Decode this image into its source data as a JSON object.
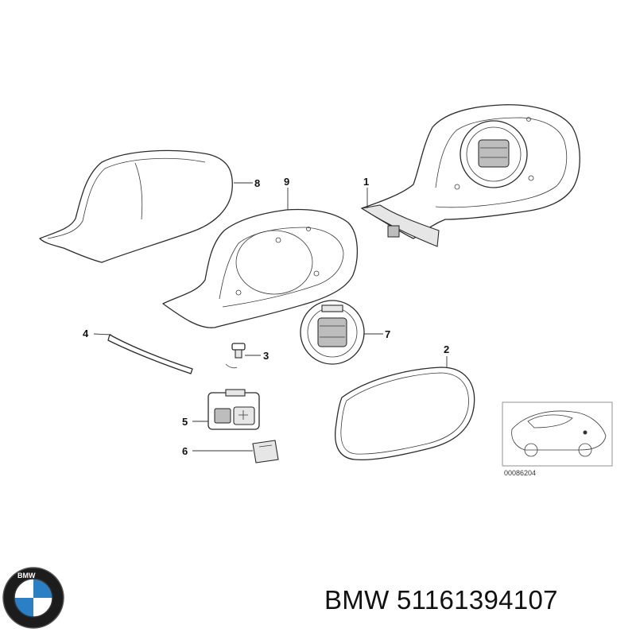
{
  "diagram": {
    "callouts": {
      "c1": "1",
      "c2": "2",
      "c3": "3",
      "c4": "4",
      "c5": "5",
      "c6": "6",
      "c7": "7",
      "c8": "8",
      "c9": "9"
    },
    "reference_code": "00086204"
  },
  "brand": {
    "logo_icon": "bmw-roundel-icon",
    "logo_letters": "BMW",
    "caption": "BMW 51161394107"
  }
}
